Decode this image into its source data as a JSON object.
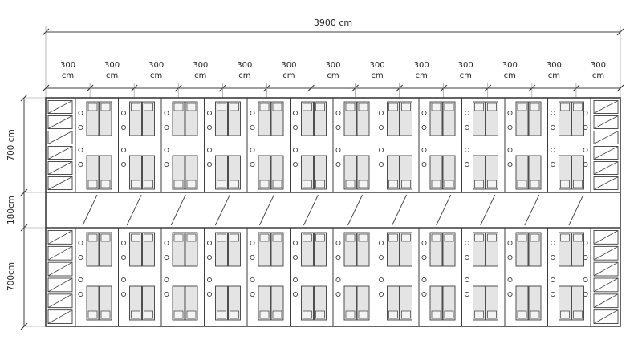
{
  "drawing": {
    "dimensions": {
      "total_width_label": "3900 cm",
      "bay_labels": [
        "300 cm",
        "300 cm",
        "300 cm",
        "300 cm",
        "300 cm",
        "300 cm",
        "300 cm",
        "300 cm",
        "300 cm",
        "300 cm",
        "300 cm",
        "300 cm",
        "300 cm"
      ],
      "left_top_wing_label": "700 cm",
      "corridor_label": "180cm",
      "left_bottom_wing_label": "700cm"
    },
    "plan": {
      "bay_count": 13,
      "room_module_count": 12,
      "beds_per_module": 4,
      "end_cell_count": 6,
      "wings": 2
    },
    "colors": {
      "line": "#3d3d3d",
      "extension": "#8a8a8a",
      "bed_fill": "#e4e4e4",
      "pillow_fill": "#f3f3f3",
      "background": "#ffffff"
    }
  }
}
